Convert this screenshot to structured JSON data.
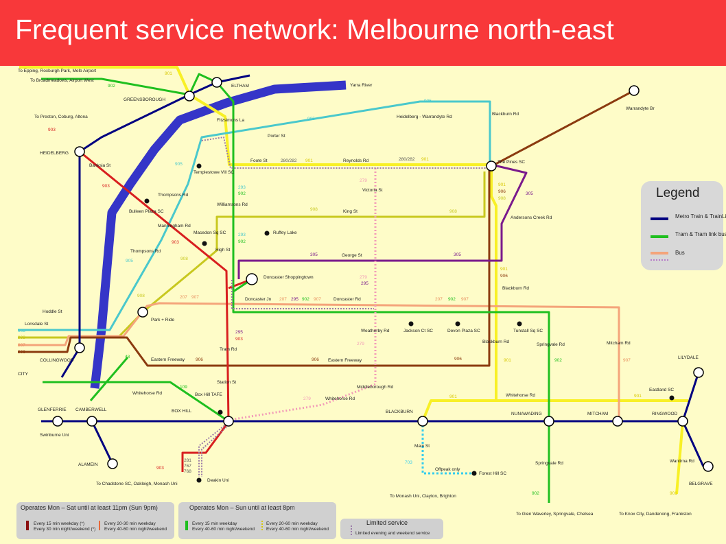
{
  "title": "Frequent service network: Melbourne north-east",
  "colors": {
    "header": "#f8383a",
    "background": "#fefcc8",
    "metro_train": "#000080",
    "tram": "#1fbf1f",
    "bus_903": "#d81f1f",
    "bus_905": "#4ac8cc",
    "bus_906": "#8b3a0f",
    "bus_907": "#f4a47a",
    "bus_908": "#c8c81f",
    "bus_901": "#f8f026",
    "bus_305": "#7a1a8c",
    "yarra_river": "#3535c8",
    "limited": "#f29ab8"
  },
  "stations": {
    "eltham": "ELTHAM",
    "greensborough": "GREENSBOROUGH",
    "heidelberg": "HEIDELBERG",
    "collingwood": "COLLINGWOOD",
    "city": "CITY",
    "glenferrie": "GLENFERRIE",
    "camberwell": "CAMBERWELL",
    "box_hill": "BOX HILL",
    "blackburn": "BLACKBURN",
    "nunawading": "NUNAWADING",
    "mitcham": "MITCHAM",
    "ringwood": "RINGWOOD",
    "lilydale": "LILYDALE",
    "belgrave": "BELGRAVE",
    "alamein": "ALAMEIN"
  },
  "places": {
    "to_epping": "To Epping, Roxburgh Park, Melb Airport",
    "to_broadmeadows": "To Broadmeadows, Airport West",
    "to_preston": "To Preston, Coburg, Altona",
    "yarra_river": "Yarra River",
    "warrandyte_br": "Warrandyte Br",
    "fitzsimons_la": "Fitzsimons La",
    "porter_st": "Porter St",
    "heidelberg_warrandyte_rd": "Heidelberg - Warrandyte Rd",
    "blackburn_rd": "Blackburn Rd",
    "banksia_st": "Banksia St",
    "templestowe_vill_sc": "Templestowe Vill SC",
    "foote_st": "Foote St",
    "reynolds_rd": "Reynolds Rd",
    "the_pines_sc": "The Pines SC",
    "victoria_st": "Victoria St",
    "thompsons_rd": "Thompsons Rd",
    "williamsons_rd": "Williamsons Rd",
    "bulleen_plaza_sc": "Bulleen Plaza SC",
    "king_st": "King St",
    "andersons_creek_rd": "Andersons Creek Rd",
    "manningham_rd": "Manningham Rd",
    "macedon_sq_sc": "Macedon Sq SC",
    "ruffey_lake": "Ruffey Lake",
    "thompsons_rd_2": "Thompsons Rd",
    "high_st": "High St",
    "george_st": "George St",
    "doncaster_shoppingtown": "Doncaster Shoppingtown",
    "blackburn_rd_2": "Blackburn Rd",
    "hoddle_st": "Hoddle St",
    "lonsdale_st": "Lonsdale St",
    "park_ride": "Park + Ride",
    "doncaster_jn": "Doncaster Jn",
    "doncaster_rd": "Doncaster Rd",
    "weatherby_rd": "Weatherby Rd",
    "jackson_ct_sc": "Jackson Ct SC",
    "devon_plaza_sc": "Devon Plaza SC",
    "tunstall_sq_sc": "Tunstall Sq SC",
    "blackburn_rd_3": "Blackburn Rd",
    "springvale_rd": "Springvale Rd",
    "mitcham_rd": "Mitcham Rd",
    "tram_rd": "Tram Rd",
    "eastern_freeway": "Eastern Freeway",
    "eastern_freeway_2": "Eastern Freeway",
    "station_st": "Station St",
    "middleborough_rd": "Middleborough Rd",
    "whitehorse_rd": "Whitehorse Rd",
    "box_hill_tafe": "Box Hill TAFE",
    "whitehorse_rd_2": "Whitehorse Rd",
    "whitehorse_rd_3": "Whitehorse Rd",
    "eastland_sc": "Eastland SC",
    "swinburne_uni": "Swinburne Uni",
    "main_st": "Main St",
    "offpeak_only": "Offpeak only",
    "forest_hill_sc": "Forest Hill SC",
    "springvale_rd_2": "Springvale Rd",
    "wantirna_rd": "Wantirna Rd",
    "to_chadstone": "To Chadstone SC, Oakleigh, Monash Uni",
    "deakin_uni": "Deakin Uni",
    "to_monash_uni": "To Monash Uni, Clayton, Brighton",
    "to_glen_waverley": "To Glen Waverley, Springvale, Chelsea",
    "to_knox_city": "To Knox City, Dandenong, Frankston"
  },
  "routes": {
    "r901": "901",
    "r902": "902",
    "r903": "903",
    "r905": "905",
    "r906": "906",
    "r907": "907",
    "r908": "908",
    "r305": "305",
    "r293": "293",
    "r295": "295",
    "r279": "279",
    "r280_282": "280/282",
    "r207": "207",
    "r48": "48",
    "r109": "109",
    "r703": "703",
    "r281": "281",
    "r767": "767",
    "r768": "768"
  },
  "legend": {
    "title": "Legend",
    "metro": "Metro Train & TrainLink bus",
    "tram": "Tram & Tram link bus",
    "bus": "Bus"
  },
  "key_boxes": [
    {
      "title": "Operates Mon – Sat until at least 11pm (Sun 9pm)",
      "line1": "Every 15 min weekday (*)",
      "line2": "Every 30 min night/weekend (*)",
      "line3": "Every 20-30 min weekday",
      "line4": "Every 40-60 min night/weekend"
    },
    {
      "title": "Operates Mon – Sun until at least 8pm",
      "line1": "Every 15 min weekday",
      "line2": "Every 40-60 min night/weekend",
      "line3": "Every 20-60 min weekday",
      "line4": "Every 40-60 min night/weekend"
    },
    {
      "title": "Limited service",
      "line1": "Limited evening and weekend service"
    }
  ]
}
